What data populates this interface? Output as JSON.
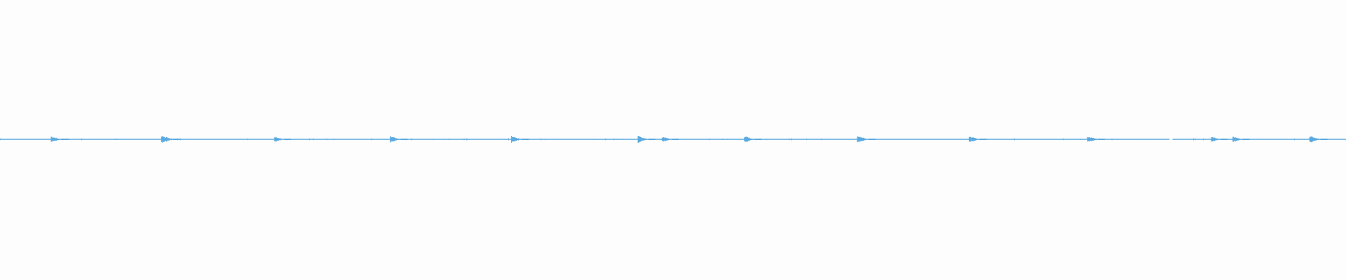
{
  "waveform": {
    "color": "#5aa9df",
    "background": "#fdfdfd",
    "burst_positions": [
      0.038,
      0.12,
      0.204,
      0.29,
      0.38,
      0.474,
      0.492,
      0.553,
      0.637,
      0.72,
      0.808,
      0.9,
      0.916,
      0.973
    ],
    "burst_amplitudes": [
      0.7,
      1.0,
      0.6,
      0.8,
      0.8,
      0.8,
      0.6,
      0.8,
      1.0,
      0.8,
      0.8,
      0.5,
      0.6,
      0.9
    ],
    "gaps": [
      0.87
    ]
  }
}
